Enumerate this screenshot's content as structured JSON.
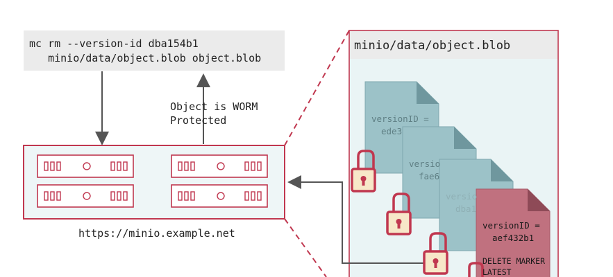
{
  "command": {
    "line1": "mc rm --version-id dba154b1",
    "line2": "   minio/data/object.blob object.blob"
  },
  "response": {
    "line1": "Object is WORM",
    "line2": "Protected"
  },
  "server": {
    "url": "https://minio.example.net"
  },
  "bucket": {
    "title": "minio/data/object.blob"
  },
  "versions": [
    {
      "line1": "versionID =",
      "line2": "ede3"
    },
    {
      "line1": "versio",
      "line2": "fae6"
    },
    {
      "line1": "versio",
      "line2": "dba1"
    },
    {
      "line1": "versionID =",
      "line2": "aef432b1",
      "line3": "DELETE MARKER",
      "line4": "LATEST"
    }
  ],
  "colors": {
    "accent_red": "#c0374f",
    "doc_teal": "#9cc2c8",
    "doc_red": "#c0717f",
    "panel_bg": "#eaf4f5",
    "lock_fill": "#f7e7c8"
  }
}
